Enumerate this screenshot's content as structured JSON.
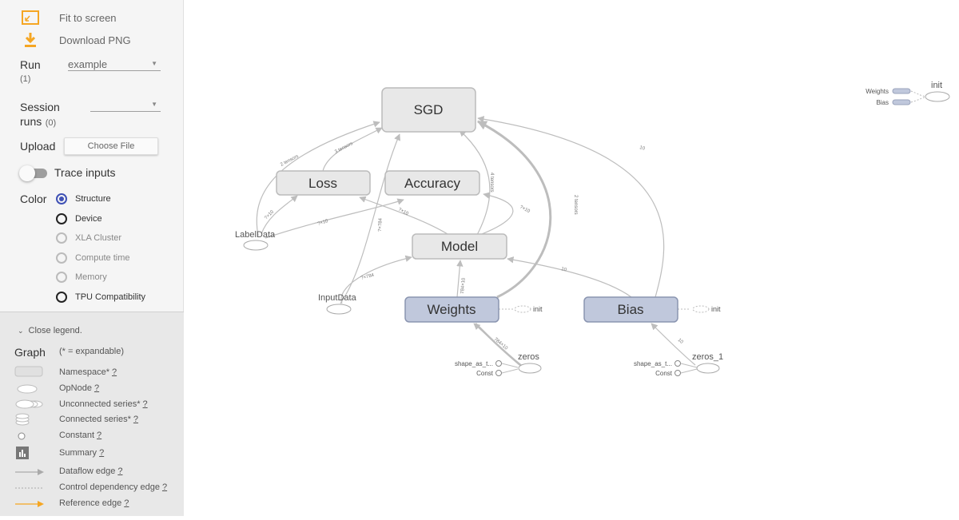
{
  "toolbar": {
    "fit_label": "Fit to screen",
    "download_label": "Download PNG"
  },
  "run": {
    "label": "Run",
    "count": "(1)",
    "selected": "example"
  },
  "session": {
    "label_line1": "Session",
    "label_line2": "runs",
    "count": "(0)",
    "selected": ""
  },
  "upload": {
    "label": "Upload",
    "button": "Choose File"
  },
  "trace": {
    "label": "Trace inputs"
  },
  "color": {
    "label": "Color",
    "options": [
      {
        "label": "Structure",
        "selected": true
      },
      {
        "label": "Device",
        "selected": false
      },
      {
        "label": "XLA Cluster",
        "selected": false
      },
      {
        "label": "Compute time",
        "selected": false
      },
      {
        "label": "Memory",
        "selected": false
      },
      {
        "label": "TPU Compatibility",
        "selected": false
      }
    ]
  },
  "legend": {
    "close_label": "Close legend.",
    "title": "Graph",
    "subtitle": "(* = expandable)",
    "help_mark": "?",
    "items": [
      {
        "label": "Namespace*",
        "icon": "namespace-icon"
      },
      {
        "label": "OpNode",
        "icon": "opnode-icon"
      },
      {
        "label": "Unconnected series*",
        "icon": "unconnected-series-icon"
      },
      {
        "label": "Connected series*",
        "icon": "connected-series-icon"
      },
      {
        "label": "Constant",
        "icon": "constant-icon"
      },
      {
        "label": "Summary",
        "icon": "summary-icon"
      },
      {
        "label": "Dataflow edge",
        "icon": "dataflow-edge-icon"
      },
      {
        "label": "Control dependency edge",
        "icon": "control-edge-icon"
      },
      {
        "label": "Reference edge",
        "icon": "reference-edge-icon"
      }
    ]
  },
  "graph": {
    "nodes": {
      "sgd": "SGD",
      "loss": "Loss",
      "accuracy": "Accuracy",
      "model": "Model",
      "weights": "Weights",
      "bias": "Bias",
      "label_data": "LabelData",
      "input_data": "InputData",
      "zeros": "zeros",
      "zeros_1": "zeros_1",
      "shape1": "shape_as_t...",
      "const1": "Const",
      "shape2": "shape_as_t...",
      "const2": "Const",
      "init_w": "init",
      "init_b": "init",
      "init_main": "init",
      "aux_weights": "Weights",
      "aux_bias": "Bias"
    },
    "edge_labels": {
      "e1": "2 tensors",
      "e2": "3 tensors",
      "e3": "?×10",
      "e4": "?×10",
      "e5": "?×784",
      "e6": "?×10",
      "e7": "?×10",
      "e8": "4 tensors",
      "e9": "2 tensors",
      "e10": "10",
      "e11": "?×784",
      "e12": "784×10",
      "e13": "10",
      "e14": "784×10",
      "e15": "10"
    }
  },
  "colors": {
    "accent": "#3f51b5",
    "orange": "#f5a623",
    "namespace_fill": "#e8e8e8",
    "variable_fill": "#c0c8dc",
    "edge": "#bdbdbd"
  }
}
